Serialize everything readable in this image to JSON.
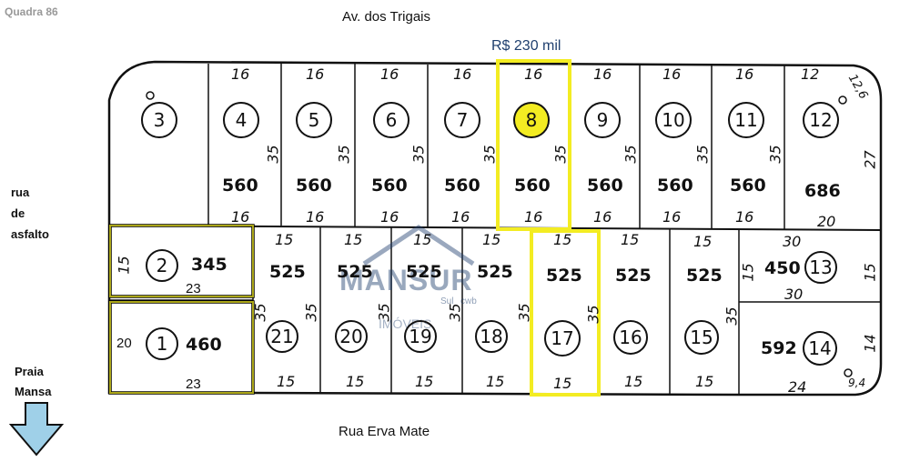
{
  "header": {
    "block": "Quadra 86",
    "street_top": "Av. dos Trigais",
    "price": "R$ 230 mil",
    "street_left": [
      "rua",
      "de",
      "asfalto"
    ],
    "street_bottom": "Rua Erva Mate",
    "direction": [
      "Praia",
      "Mansa"
    ]
  },
  "watermark": {
    "brand": "MANSUR",
    "sub": "Sul",
    "sub2": "cwb",
    "sub3": "IMÓVEIS"
  },
  "colors": {
    "highlight": "#f3ec22",
    "line": "#111111",
    "arrow": "#9fd0e8",
    "watermark": "#1f3f6e"
  },
  "top_lots": [
    {
      "n": "3",
      "front": "",
      "depth": "",
      "area": "",
      "back": ""
    },
    {
      "n": "4",
      "front": "16",
      "depth": "35",
      "area": "560",
      "back": "16"
    },
    {
      "n": "5",
      "front": "16",
      "depth": "35",
      "area": "560",
      "back": "16"
    },
    {
      "n": "6",
      "front": "16",
      "depth": "35",
      "area": "560",
      "back": "16"
    },
    {
      "n": "7",
      "front": "16",
      "depth": "35",
      "area": "560",
      "back": "16"
    },
    {
      "n": "8",
      "front": "16",
      "depth": "35",
      "area": "560",
      "back": "16",
      "highlight": true
    },
    {
      "n": "9",
      "front": "16",
      "depth": "35",
      "area": "560",
      "back": "16"
    },
    {
      "n": "10",
      "front": "16",
      "depth": "35",
      "area": "560",
      "back": "16"
    },
    {
      "n": "11",
      "front": "16",
      "depth": "35",
      "area": "560",
      "back": "16"
    },
    {
      "n": "12",
      "front": "12",
      "depth": "27",
      "area": "686",
      "back": "20",
      "corner": "12,6"
    }
  ],
  "mid_lots": [
    {
      "n": "2",
      "front": "15",
      "area": "345",
      "back": "23"
    },
    {
      "n": "1",
      "front": "20",
      "area": "460",
      "back": "23"
    }
  ],
  "bottom_lots": [
    {
      "n": "21",
      "top": "15",
      "depth": "35",
      "area": "525",
      "bottom": "15"
    },
    {
      "n": "20",
      "top": "15",
      "depth": "35",
      "area": "525",
      "bottom": "15"
    },
    {
      "n": "19",
      "top": "15",
      "depth": "35",
      "area": "525",
      "bottom": "15"
    },
    {
      "n": "18",
      "top": "15",
      "depth": "35",
      "area": "525",
      "bottom": "15"
    },
    {
      "n": "17",
      "top": "15",
      "depth": "35",
      "area": "525",
      "bottom": "15"
    },
    {
      "n": "16",
      "top": "15",
      "depth": "35",
      "area": "525",
      "bottom": "15"
    },
    {
      "n": "15",
      "top": "15",
      "depth": "35",
      "area": "525",
      "bottom": "15"
    }
  ],
  "right_lots": [
    {
      "n": "13",
      "top": "30",
      "side": "15",
      "area": "450",
      "bottom": "30"
    },
    {
      "n": "14",
      "side": "14",
      "area": "592",
      "bottom": "24",
      "corner": "9,4"
    }
  ]
}
